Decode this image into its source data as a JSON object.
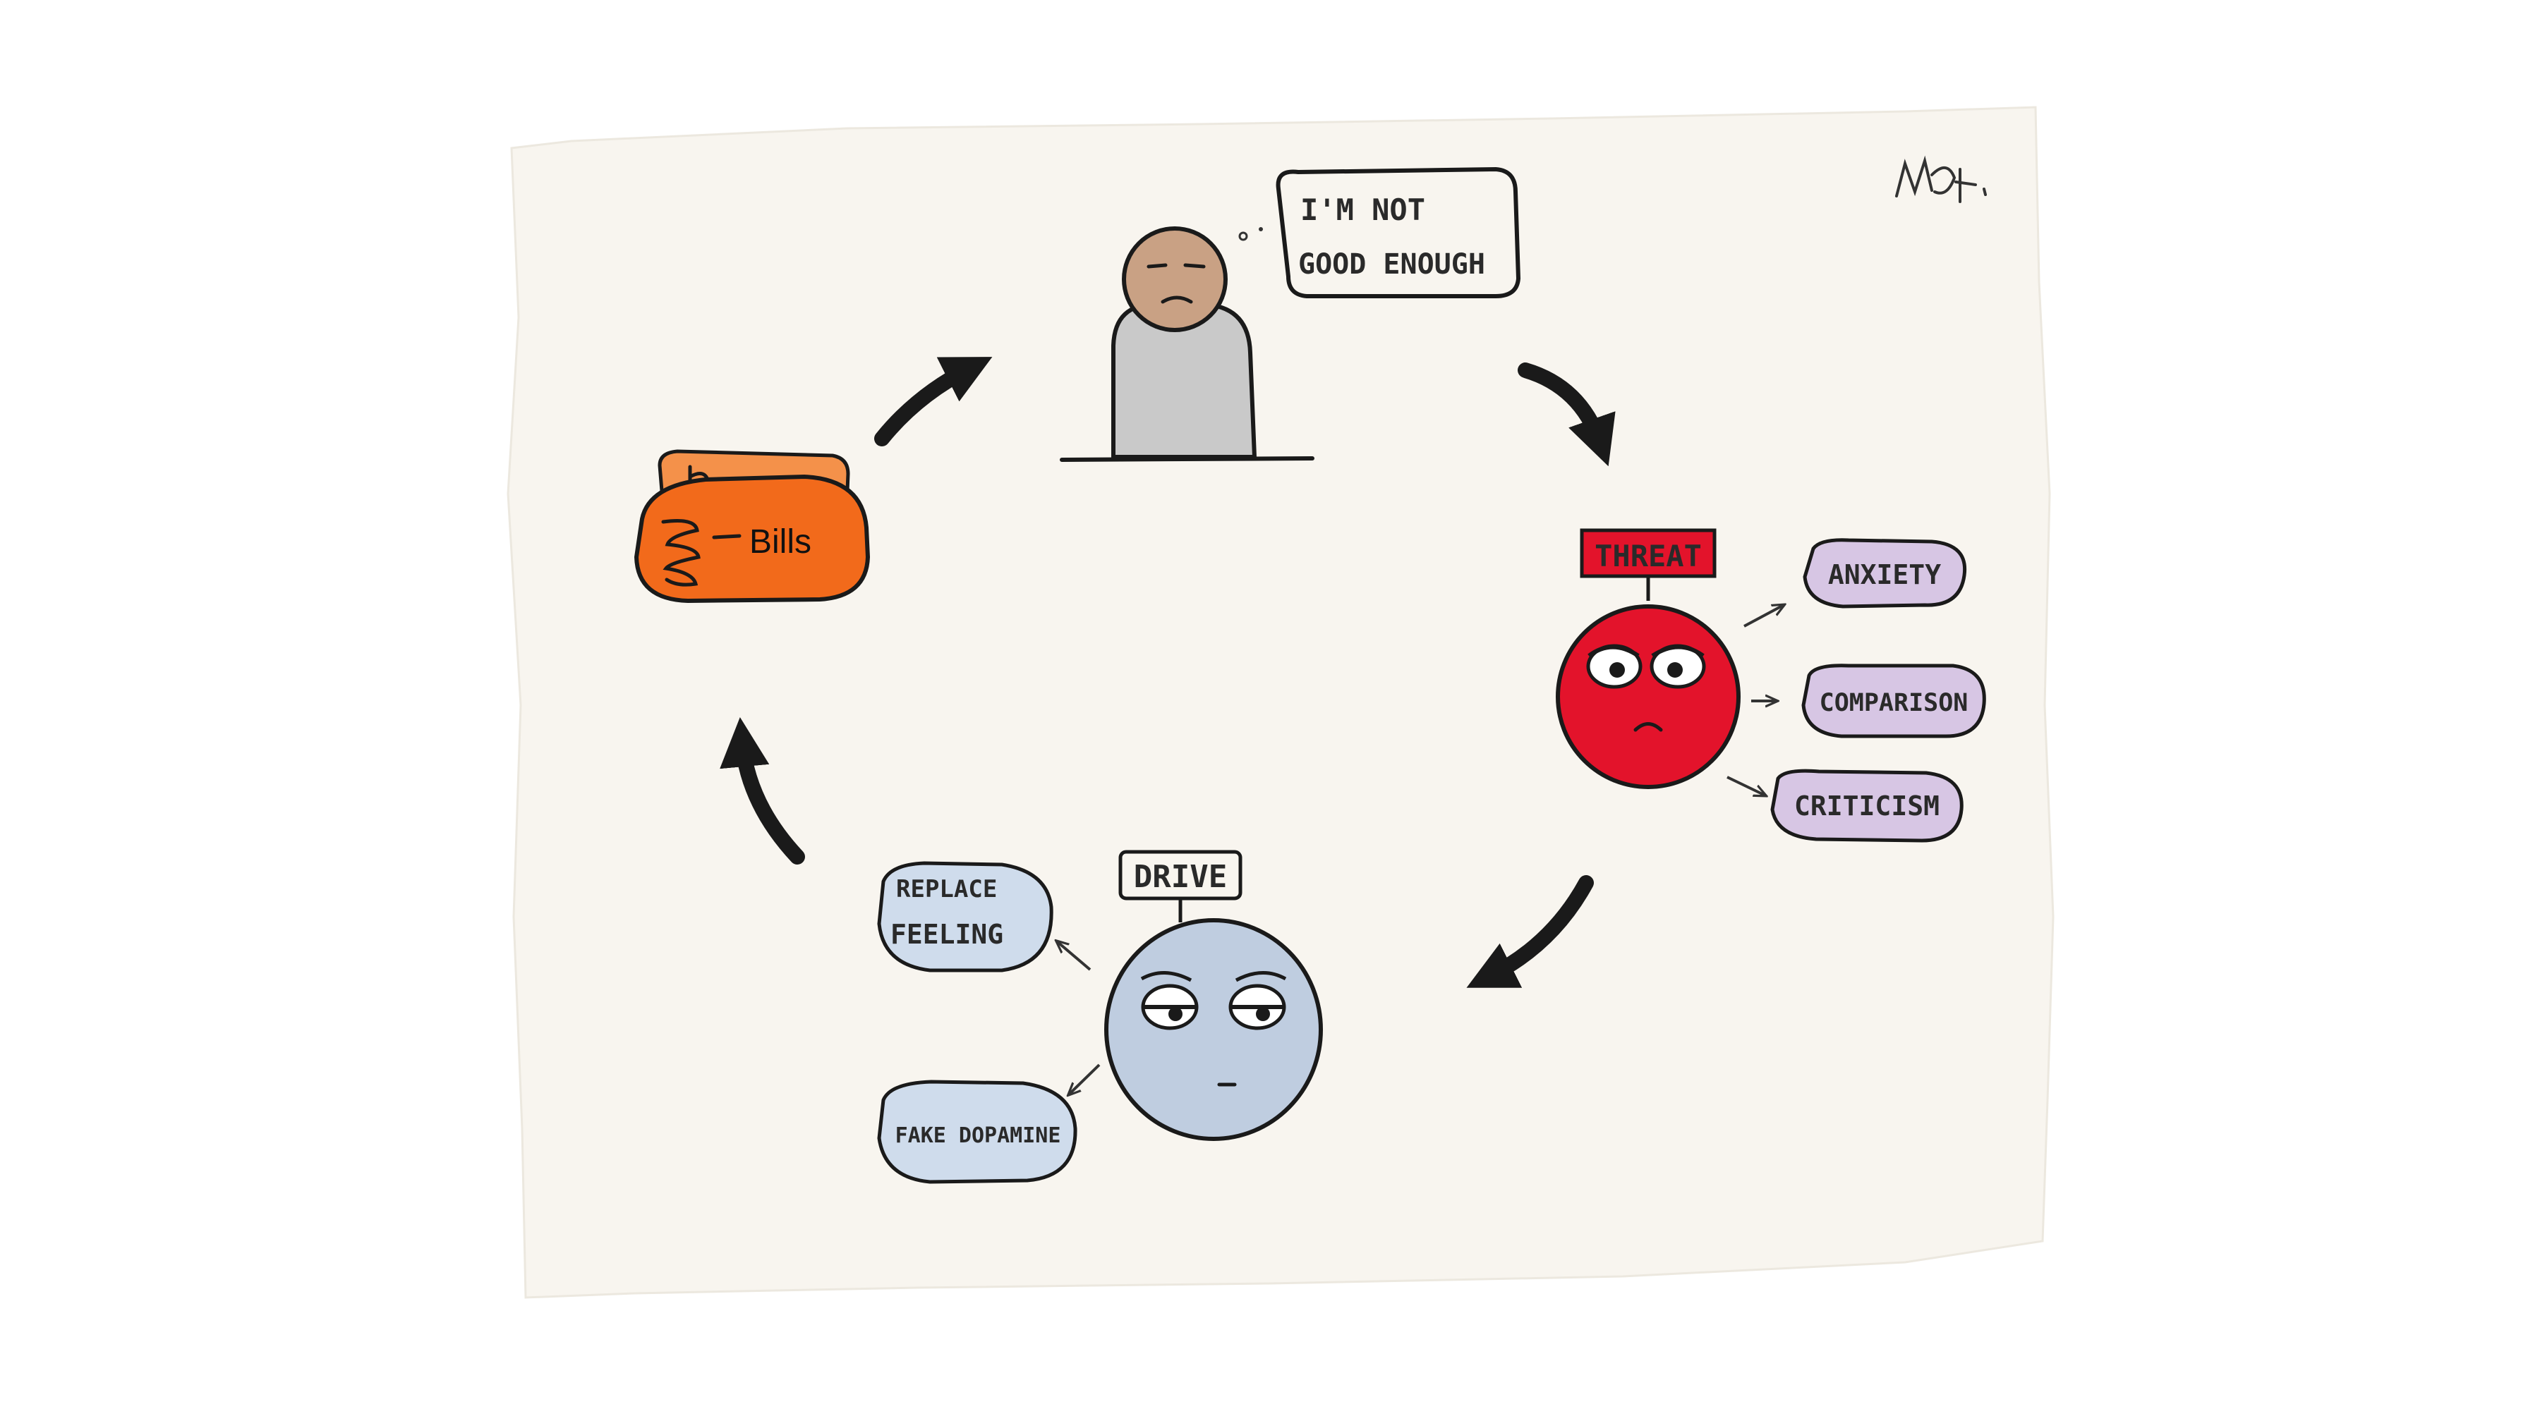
{
  "colors": {
    "paper": "#f8f5ef",
    "ink": "#1a1a1a",
    "person_head": "#c9a184",
    "person_body": "#c9c9c9",
    "threat": "#e3132b",
    "drive": "#bfcde0",
    "purple_bubble": "#d7c6e4",
    "blue_bubble": "#cfdcec",
    "wallet": "#f26a1b",
    "wallet_back": "#f4914a"
  },
  "icons": {
    "person": "sad-person-icon",
    "threat_face": "threat-face-icon",
    "drive_face": "drive-face-icon",
    "wallet": "wallet-icon",
    "arrow": "cycle-arrow-icon"
  },
  "thought": {
    "line1": "I'M NOT",
    "line2": "GOOD ENOUGH"
  },
  "threat": {
    "label": "THREAT",
    "effects": [
      "ANXIETY",
      "COMPARISON",
      "CRITICISM"
    ]
  },
  "drive": {
    "label": "DRIVE",
    "effects": [
      {
        "line1": "REPLACE",
        "line2": "FEELING"
      },
      {
        "line1": "FAKE DOPAMINE",
        "line2": ""
      }
    ]
  },
  "wallet": {
    "label": "Bills"
  }
}
